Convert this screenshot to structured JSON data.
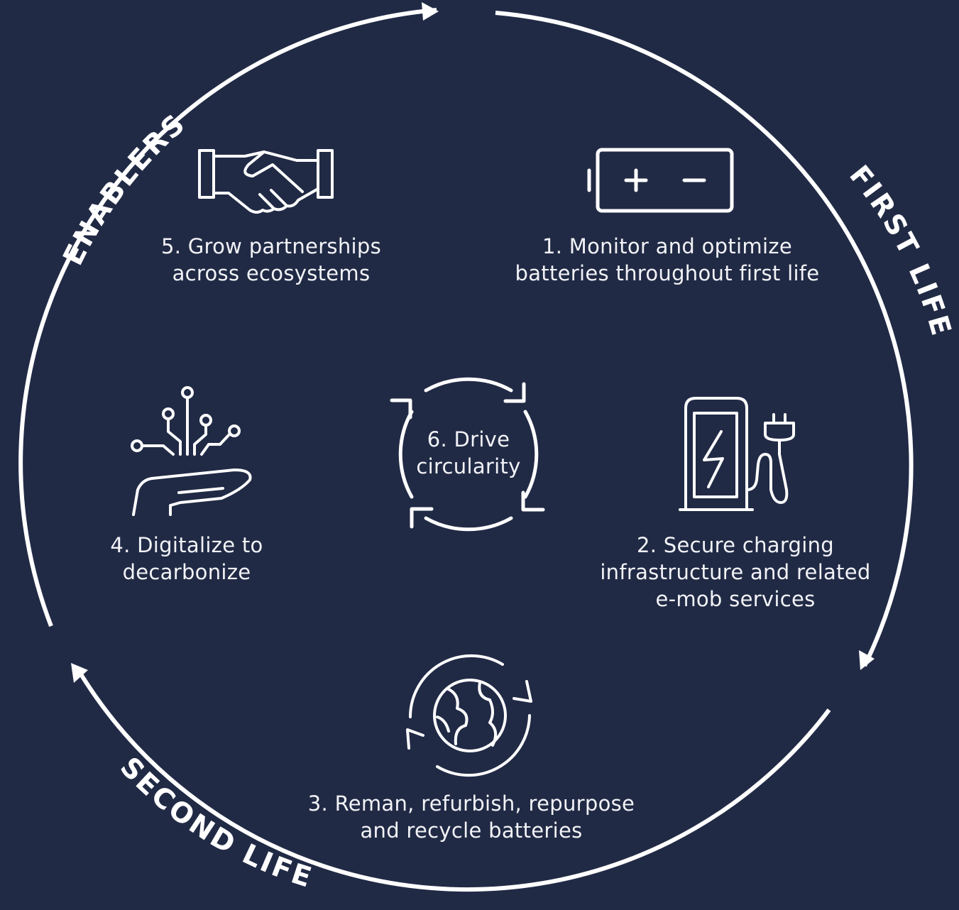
{
  "arcs": {
    "enablers": "ENABLERS",
    "first_life": "FIRST LIFE",
    "second_life": "SECOND LIFE"
  },
  "steps": {
    "s1": {
      "line1": "1. Monitor and optimize",
      "line2": "batteries throughout first life",
      "icon": "battery-icon"
    },
    "s2": {
      "line1": "2. Secure charging",
      "line2": "infrastructure and related",
      "line3": "e-mob services",
      "icon": "ev-charger-icon"
    },
    "s3": {
      "line1": "3. Reman, refurbish, repurpose",
      "line2": "and recycle batteries",
      "icon": "globe-recycle-icon"
    },
    "s4": {
      "line1": "4. Digitalize to",
      "line2": "decarbonize",
      "icon": "digital-hand-icon"
    },
    "s5": {
      "line1": "5. Grow partnerships",
      "line2": "across ecosystems",
      "icon": "handshake-icon"
    },
    "s6": {
      "line1": "6. Drive",
      "line2": "circularity",
      "icon": "circular-arrows-icon"
    }
  },
  "colors": {
    "background": "#212a45",
    "foreground": "#ffffff"
  }
}
